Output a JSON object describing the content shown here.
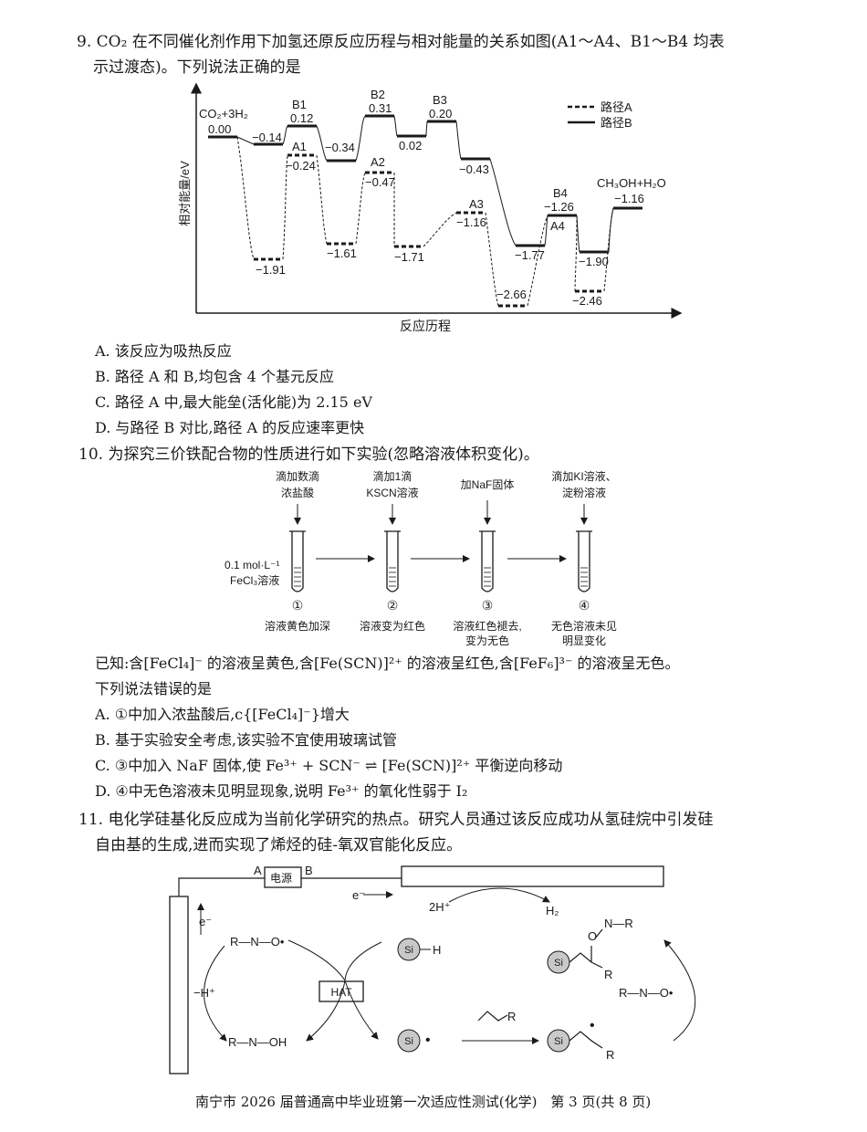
{
  "q9": {
    "stem_line1": "9. CO₂ 在不同催化剂作用下加氢还原反应历程与相对能量的关系如图(A1～A4、B1～B4 均表",
    "stem_line2": "示过渡态)。下列说法正确的是",
    "chart": {
      "ylabel": "相对能量/eV",
      "xlabel": "反应历程",
      "legend_a": "路径A",
      "legend_b": "路径B",
      "start_label": "CO₂+3H₂",
      "end_label": "CH₃OH+H₂O",
      "labels": {
        "v0": "0.00",
        "b_m014": "−0.14",
        "B1": "B1",
        "b1v": "0.12",
        "A1": "A1",
        "a1v": "−0.24",
        "b_m034": "−0.34",
        "B2": "B2",
        "b2v": "0.31",
        "A2": "A2",
        "a2v": "−0.47",
        "b_002": "0.02",
        "B3": "B3",
        "b3v": "0.20",
        "b_m043": "−0.43",
        "a_m191": "−1.91",
        "a_m161": "−1.61",
        "a_m171": "−1.71",
        "A3": "A3",
        "a3v": "−1.16",
        "b_m177": "−1.77",
        "B4": "B4",
        "b4v": "−1.26",
        "A4": "A4",
        "b_m190": "−1.90",
        "a_m266": "−2.66",
        "a_m246": "−2.46",
        "endv": "−1.16"
      }
    },
    "options": [
      "A. 该反应为吸热反应",
      "B. 路径 A 和 B,均包含 4 个基元反应",
      "C. 路径 A 中,最大能垒(活化能)为 2.15 eV",
      "D. 与路径 B 对比,路径 A 的反应速率更快"
    ]
  },
  "q10": {
    "stem": "10. 为探究三价铁配合物的性质进行如下实验(忽略溶液体积变化)。",
    "reagents": [
      "滴加数滴",
      "浓盐酸",
      "滴加1滴",
      "KSCN溶液",
      "加NaF固体",
      "滴加KI溶液、",
      "淀粉溶液"
    ],
    "initial_sol_1": "0.1 mol·L⁻¹",
    "initial_sol_2": "FeCl₃溶液",
    "tube_nums": [
      "①",
      "②",
      "③",
      "④"
    ],
    "results": [
      "溶液黄色加深",
      "溶液变为红色",
      "溶液红色褪去,",
      "变为无色",
      "无色溶液未见",
      "明显变化"
    ],
    "known": "已知:含[FeCl₄]⁻ 的溶液呈黄色,含[Fe(SCN)]²⁺ 的溶液呈红色,含[FeF₆]³⁻ 的溶液呈无色。",
    "ask": "下列说法错误的是",
    "options": [
      "A. ①中加入浓盐酸后,c{[FeCl₄]⁻}增大",
      "B. 基于实验安全考虑,该实验不宜使用玻璃试管",
      "C. ③中加入 NaF 固体,使 Fe³⁺ + SCN⁻ ⇌ [Fe(SCN)]²⁺ 平衡逆向移动",
      "D. ④中无色溶液未见明显现象,说明 Fe³⁺ 的氧化性弱于 I₂"
    ]
  },
  "q11": {
    "stem_line1": "11. 电化学硅基化反应成为当前化学研究的热点。研究人员通过该反应成功从氢硅烷中引发硅",
    "stem_line2": "自由基的生成,进而实现了烯烃的硅-氧双官能化反应。",
    "diagram": {
      "A": "A",
      "B": "B",
      "power": "电源",
      "e_top": "e⁻",
      "e_left": "e⁻",
      "h2_left": "2H⁺",
      "h2_right": "H₂",
      "rno_rad": "R—N—O•",
      "rnoh": "R—N—OH",
      "minus_h": "−H⁺",
      "hat": "HAT",
      "si": "Si",
      "sih_h": "H",
      "alkene_r": "R",
      "rno_rad2": "R—N—O•",
      "prod_o": "O",
      "prod_nr": "N—R",
      "prod_r": "R",
      "rad_r": "R"
    }
  },
  "footer": "南宁市 2026 届普通高中毕业班第一次适应性测试(化学)　第 3 页(共 8 页)"
}
